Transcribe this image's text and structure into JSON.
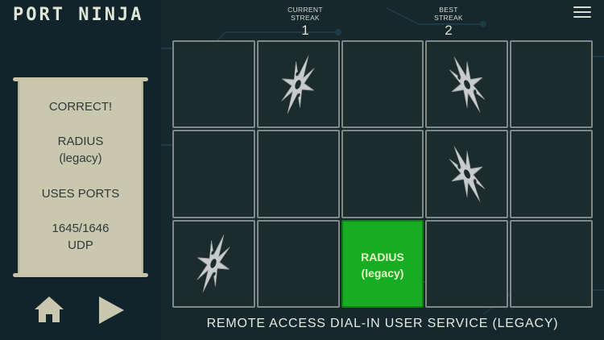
{
  "app": {
    "title": "PORT NINJA"
  },
  "streaks": {
    "current": {
      "label_line1": "CURRENT",
      "label_line2": "STREAK",
      "value": "1"
    },
    "best": {
      "label_line1": "BEST",
      "label_line2": "STREAK",
      "value": "2"
    }
  },
  "menu": {
    "icon": "hamburger-menu-icon"
  },
  "scroll": {
    "result": "CORRECT!",
    "protocol_line1": "RADIUS",
    "protocol_line2": "(legacy)",
    "uses_ports": "USES PORTS",
    "ports": "1645/1646",
    "transport": "UDP"
  },
  "controls": {
    "home_icon": "home-icon",
    "play_icon": "play-icon"
  },
  "grid": {
    "rows": 3,
    "cols": 5,
    "answer_cell": {
      "row": 2,
      "col": 2,
      "line1": "RADIUS",
      "line2": "(legacy)"
    },
    "shuriken_cells": [
      {
        "row": 0,
        "col": 1,
        "rotation": 20
      },
      {
        "row": 0,
        "col": 3,
        "rotation": -25
      },
      {
        "row": 1,
        "col": 3,
        "rotation": -25
      },
      {
        "row": 2,
        "col": 0,
        "rotation": 20
      }
    ]
  },
  "description": "REMOTE ACCESS DIAL-IN USER SERVICE (LEGACY)",
  "colors": {
    "background": "#16272e",
    "cell": "#1c2b2c",
    "cell_border": "#7f8a86",
    "answer_cell": "#17ac24",
    "scroll_paper": "#c9c8ae",
    "shuriken": "#c8cbcb"
  }
}
